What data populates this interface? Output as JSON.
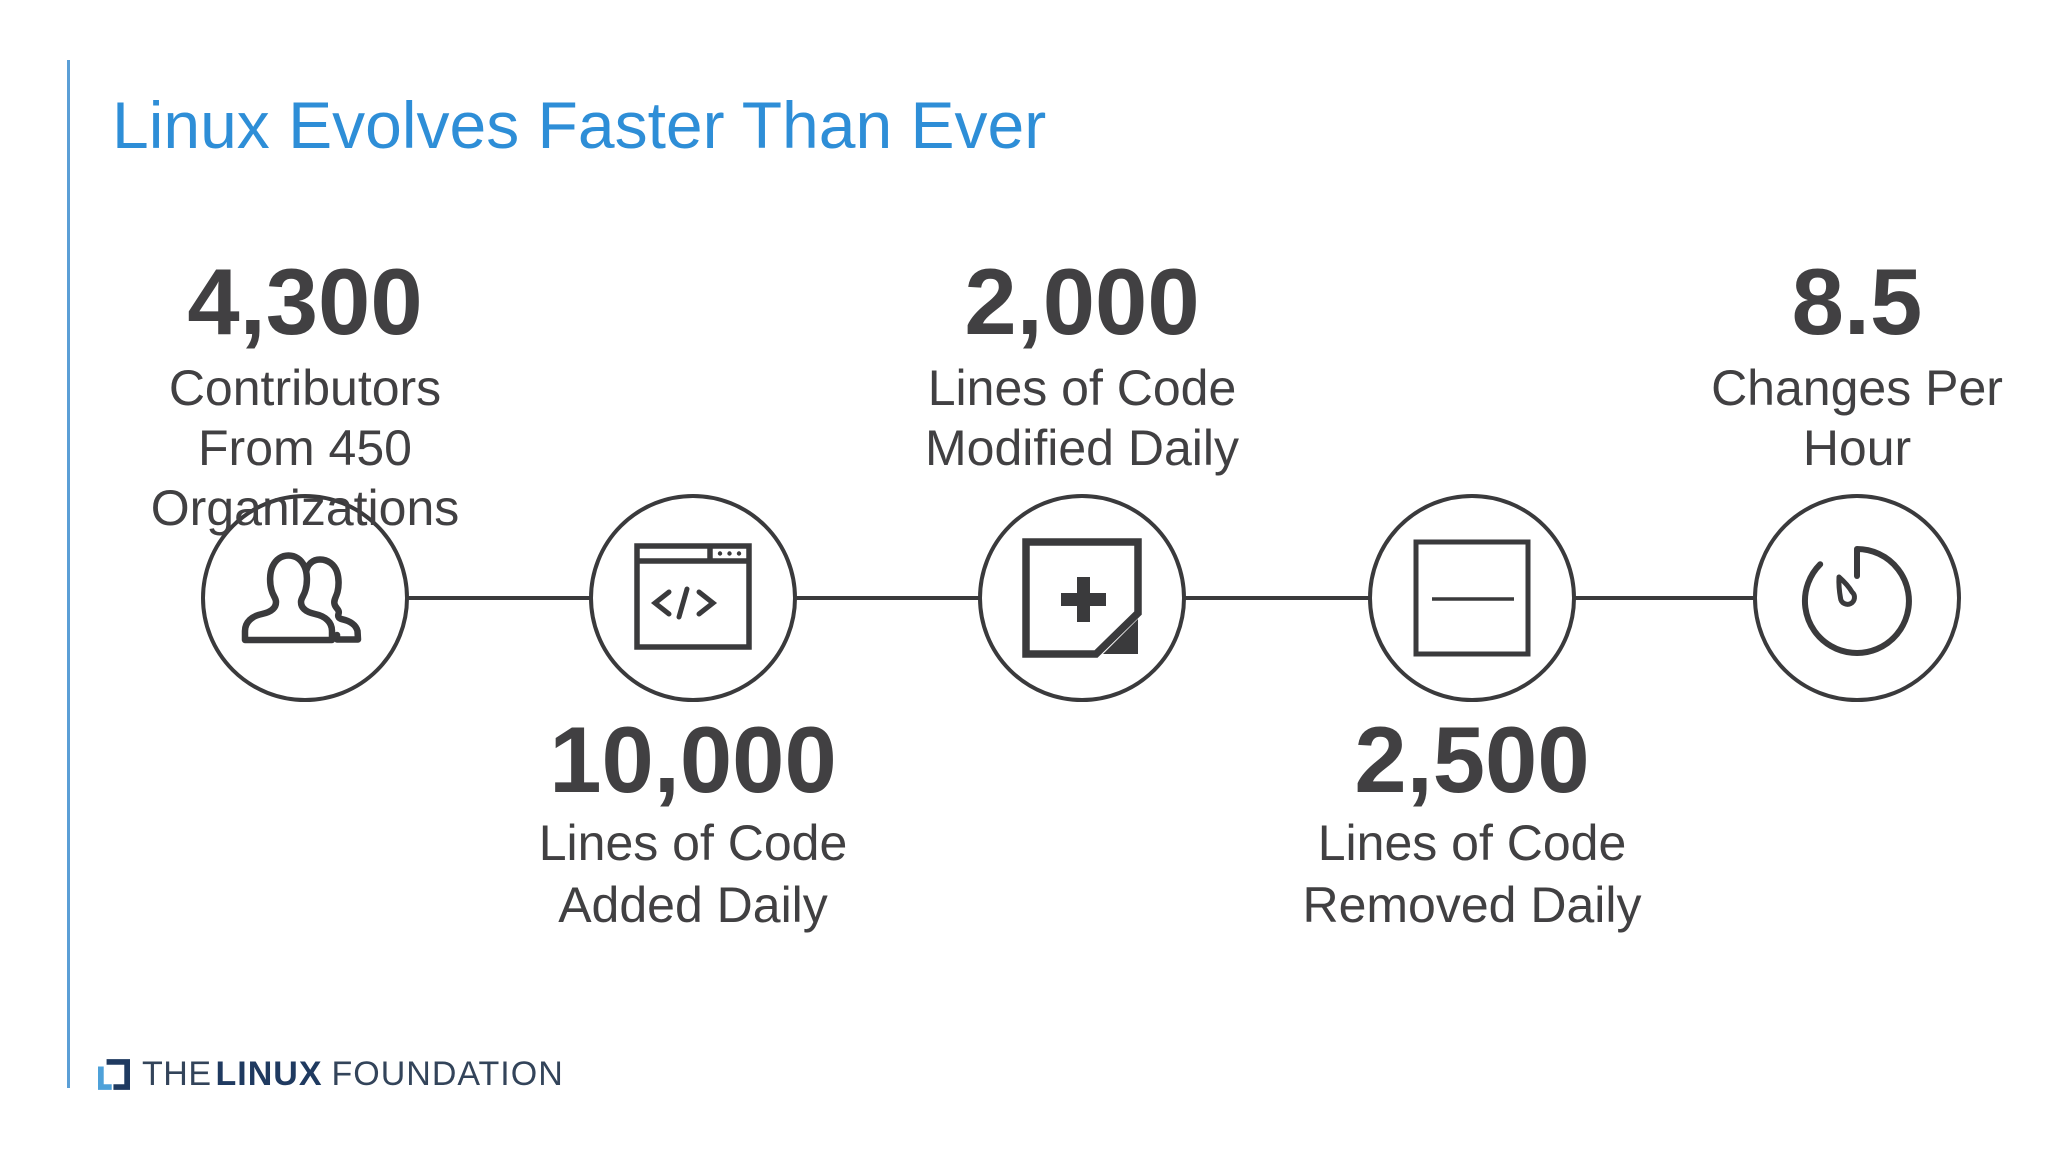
{
  "slide": {
    "title": "Linux Evolves Faster Than Ever",
    "colors": {
      "title_blue": "#2E8ED7",
      "accent_line_blue": "#5B9FD6",
      "text_dark": "#414042",
      "icon_stroke": "#3A3A3C",
      "logo_navy": "#1F3A60",
      "logo_light_blue": "#4EA1D9"
    }
  },
  "stats": [
    {
      "value": "4,300",
      "label_lines": [
        "Contributors",
        "From 450",
        "Organizations"
      ],
      "icon": "people",
      "position": "above"
    },
    {
      "value": "10,000",
      "label_lines": [
        "Lines of Code",
        "Added Daily"
      ],
      "icon": "code-window",
      "position": "below"
    },
    {
      "value": "2,000",
      "label_lines": [
        "Lines of Code",
        "Modified Daily"
      ],
      "icon": "note-plus",
      "position": "above"
    },
    {
      "value": "2,500",
      "label_lines": [
        "Lines of Code",
        "Removed Daily"
      ],
      "icon": "minus-square",
      "position": "below"
    },
    {
      "value": "8.5",
      "label_lines": [
        "Changes Per",
        "Hour"
      ],
      "icon": "timer",
      "position": "above"
    }
  ],
  "footer": {
    "the": "THE",
    "linux": "LINUX",
    "foundation": "FOUNDATION"
  }
}
